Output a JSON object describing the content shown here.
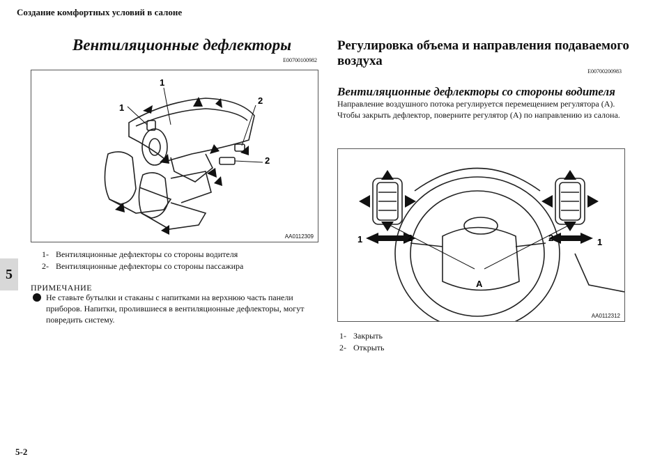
{
  "header": {
    "section_title": "Создание комфортных условий в салоне"
  },
  "chapter_tab": "5",
  "page_number": "5-2",
  "left": {
    "heading": "Вентиляционные дефлекторы",
    "code": "E00700100982",
    "figure": {
      "id": "AA0112309",
      "callouts": [
        "1",
        "1",
        "2",
        "2"
      ]
    },
    "legend": [
      {
        "num": "1-",
        "text": "Вентиляционные дефлекторы со стороны водителя"
      },
      {
        "num": "2-",
        "text": "Вентиляционные дефлекторы со стороны пассажира"
      }
    ],
    "note": {
      "heading": "ПРИМЕЧАНИЕ",
      "text": "Не ставьте бутылки и стаканы с напитками на верхнюю часть панели приборов. Напитки, пролившиеся в вентиляционные дефлекторы, могут повредить систему."
    }
  },
  "right": {
    "heading": "Регулировка объема и направления подаваемого воздуха",
    "code": "E00700200983",
    "subheading": "Вентиляционные дефлекторы со стороны водителя",
    "paragraph1": "Направление воздушного потока регулируется перемещением регулятора (А).",
    "paragraph2": "Чтобы закрыть дефлектор, поверните регулятор (А) по направлению из салона.",
    "figure": {
      "id": "AA0112312",
      "callouts": [
        "1",
        "2",
        "2",
        "1",
        "A"
      ]
    },
    "legend": [
      {
        "num": "1-",
        "text": "Закрыть"
      },
      {
        "num": "2-",
        "text": "Открыть"
      }
    ]
  }
}
